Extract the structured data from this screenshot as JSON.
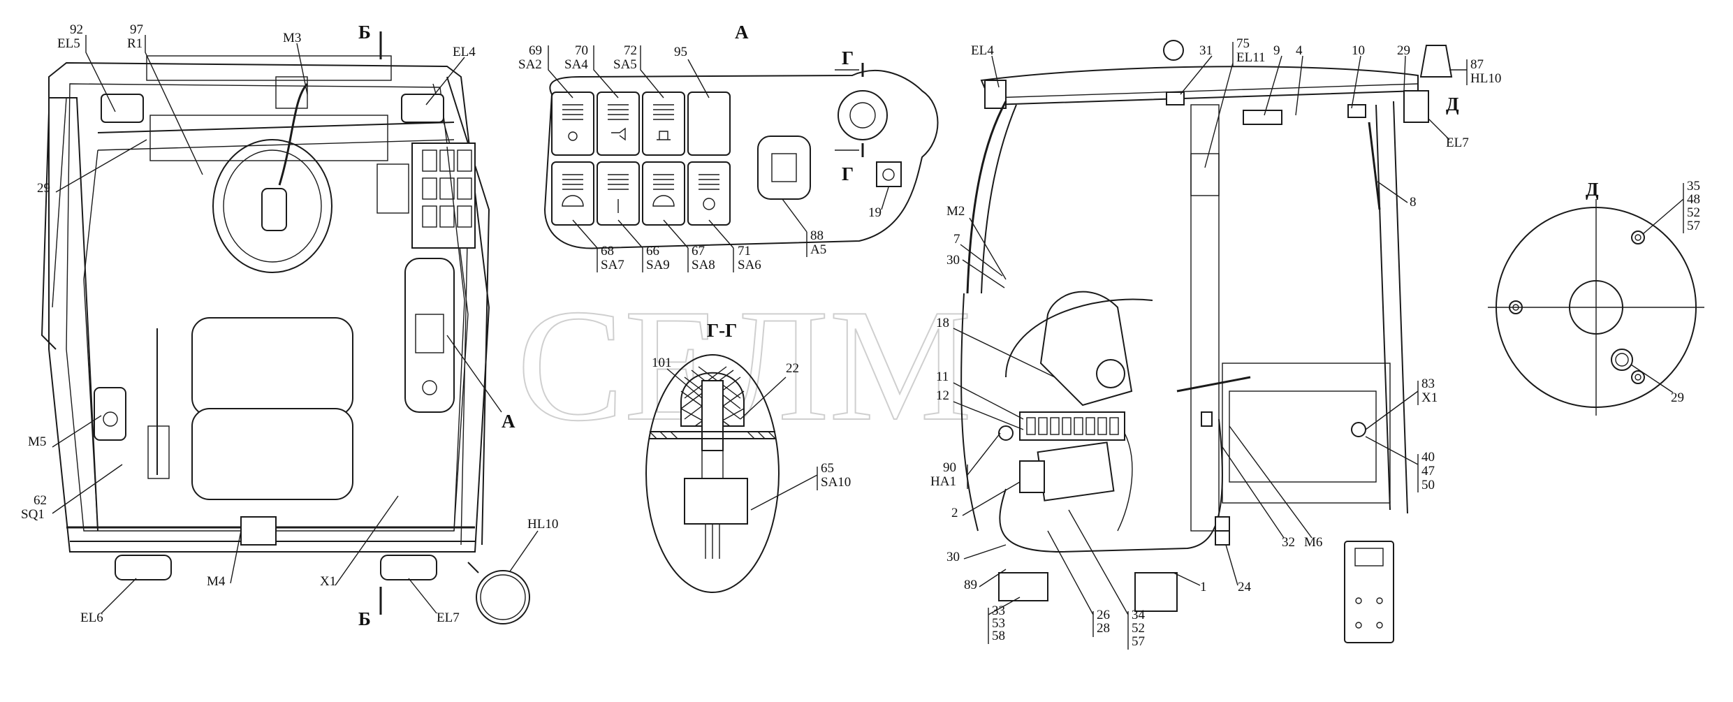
{
  "watermark": "СЕЛМ",
  "view_titles": {
    "a": "А",
    "g": "Г",
    "g_section": "Г-Г",
    "b": "Б",
    "d": "Д"
  },
  "left_view_labels": [
    "92",
    "EL5",
    "97",
    "R1",
    "M3",
    "Б",
    "EL4",
    "29",
    "M5",
    "62",
    "SQ1",
    "M4",
    "X1",
    "HL10",
    "EL6",
    "EL7",
    "Б",
    "А"
  ],
  "panel_a_labels": [
    "69",
    "SA2",
    "70",
    "SA4",
    "72",
    "SA5",
    "95",
    "68",
    "SA7",
    "66",
    "SA9",
    "67",
    "SA8",
    "71",
    "SA6",
    "88",
    "A5",
    "Г",
    "Г",
    "19"
  ],
  "section_gg_labels": [
    "101",
    "22",
    "65",
    "SA10"
  ],
  "side_view_labels": [
    "EL4",
    "31",
    "75",
    "EL11",
    "9",
    "4",
    "10",
    "29",
    "87",
    "HL10",
    "Д",
    "EL7",
    "8",
    "M2",
    "7",
    "30",
    "18",
    "11",
    "12",
    "90",
    "HA1",
    "2",
    "30",
    "89",
    "33",
    "53",
    "58",
    "26",
    "28",
    "34",
    "52",
    "57",
    "1",
    "24",
    "32",
    "M6",
    "83",
    "X1",
    "40",
    "47",
    "50"
  ],
  "view_d_labels": [
    "Д",
    "35",
    "48",
    "52",
    "57",
    "29"
  ]
}
